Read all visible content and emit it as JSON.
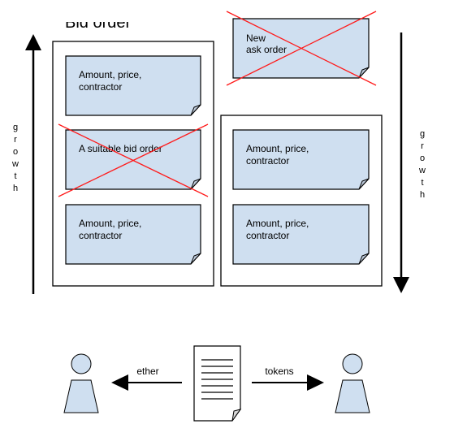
{
  "title": {
    "text": "Bid order"
  },
  "colors": {
    "note_fill": "#cfdff0",
    "note_stroke": "#000000",
    "cross": "#ff1a1a",
    "body_fill": "#cfdff0",
    "arrow": "#000000"
  },
  "bid_stack": {
    "notes": [
      {
        "line1": "Amount, price,",
        "line2": "contractor",
        "crossed": false
      },
      {
        "line1": "A suitable bid order",
        "line2": "",
        "crossed": true
      },
      {
        "line1": "Amount, price,",
        "line2": "contractor",
        "crossed": false
      }
    ],
    "growth_label": [
      "g",
      "r",
      "o",
      "w",
      "t",
      "h"
    ],
    "growth_direction": "up"
  },
  "ask_stack": {
    "new_order": {
      "line1": "New",
      "line2": "ask order",
      "crossed": true
    },
    "notes": [
      {
        "line1": "Amount, price,",
        "line2": "contractor",
        "crossed": false
      },
      {
        "line1": "Amount, price,",
        "line2": "contractor",
        "crossed": false
      }
    ],
    "growth_label": [
      "g",
      "r",
      "o",
      "w",
      "t",
      "h"
    ],
    "growth_direction": "down"
  },
  "exchange": {
    "left_arrow_label": "ether",
    "right_arrow_label": "tokens",
    "left_icon": "person-icon",
    "right_icon": "person-icon",
    "center_icon": "document-icon"
  }
}
